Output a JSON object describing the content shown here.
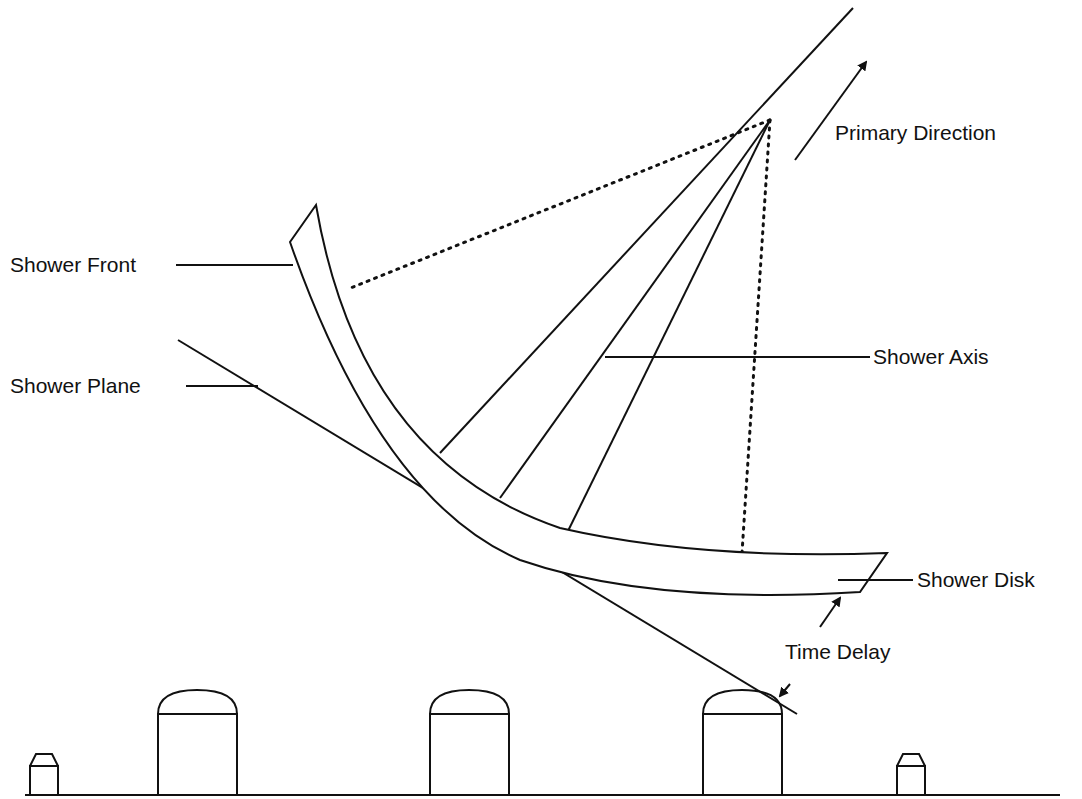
{
  "diagram": {
    "labels": [
      "Primary Direction",
      "Shower Front",
      "Shower Axis",
      "Shower Plane",
      "Shower Disk",
      "Time Delay"
    ]
  }
}
